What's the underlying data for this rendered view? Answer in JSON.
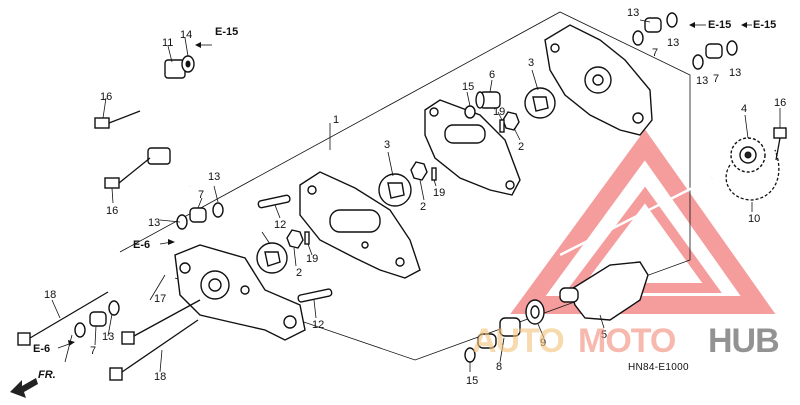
{
  "callouts": [
    "1",
    "2",
    "2",
    "2",
    "3",
    "3",
    "4",
    "5",
    "6",
    "7",
    "7",
    "7",
    "7",
    "8",
    "9",
    "10",
    "11",
    "12",
    "12",
    "13",
    "13",
    "13",
    "13",
    "13",
    "13",
    "13",
    "14",
    "15",
    "15",
    "16",
    "16",
    "16",
    "17",
    "18",
    "18",
    "19",
    "19",
    "19"
  ],
  "references": [
    "E-15",
    "E-15",
    "E-15",
    "E-6",
    "E-6"
  ],
  "direction_label": "FR.",
  "diagram_code": "HN84-E1000",
  "watermark": {
    "text_a": "AUTO",
    "text_b": "MOTO",
    "text_c": "HUB",
    "color_a": "#f2c27a",
    "color_b": "#f28a7a",
    "color_c": "#4a4a4a",
    "logo_color": "#ee4c4c"
  }
}
